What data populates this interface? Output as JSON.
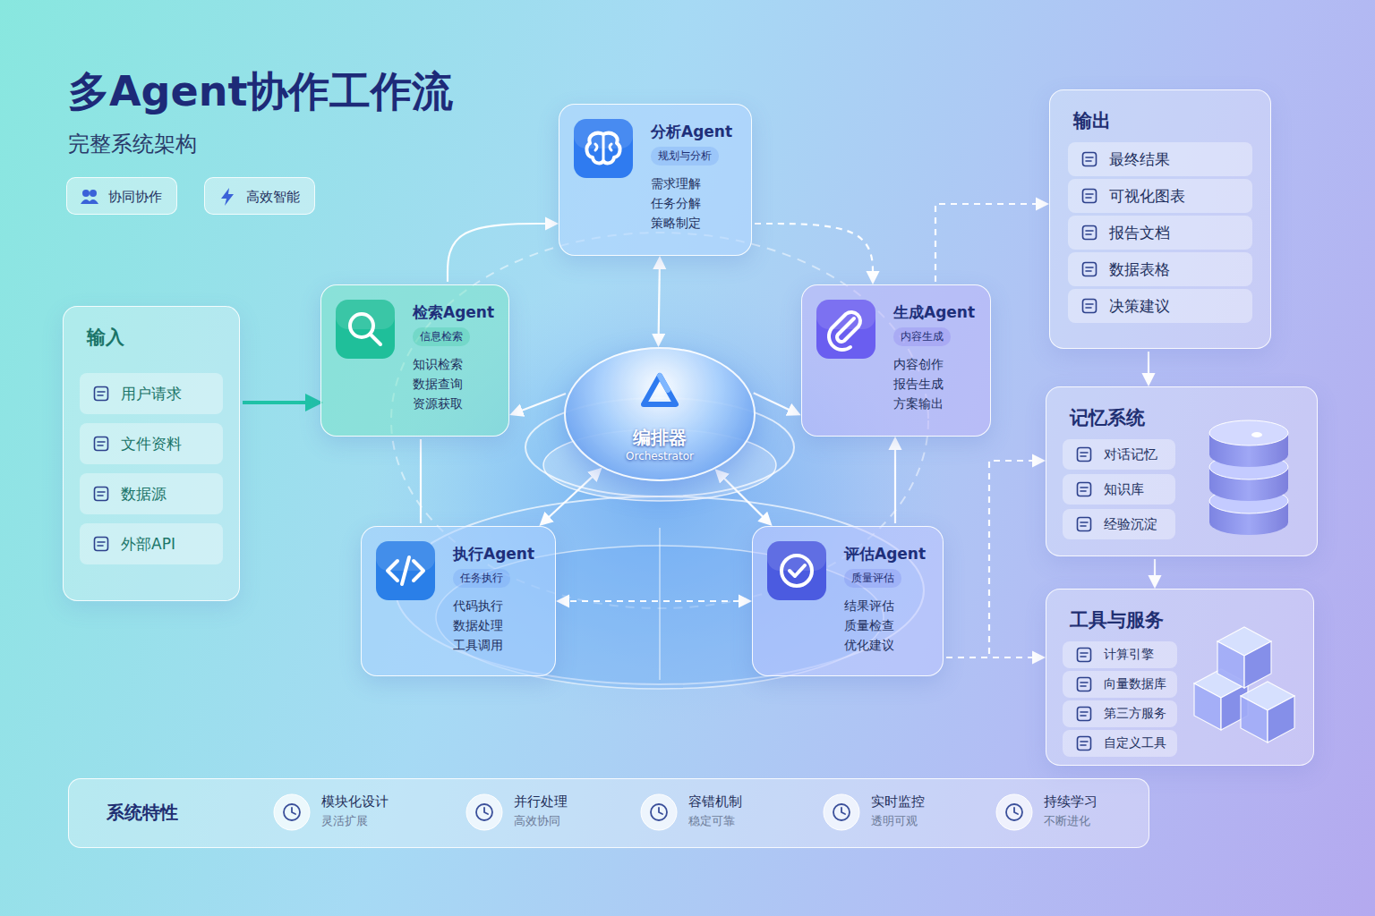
{
  "diagram": {
    "title": "多Agent协作工作流",
    "nodes": [
      {
        "text": [
          "输入"
        ]
      },
      {
        "text": [
          "用户请求"
        ],
        "in": 0
      },
      {
        "text": [
          "文件资料"
        ],
        "in": 0
      },
      {
        "text": [
          "数据源"
        ],
        "in": 0
      },
      {
        "text": [
          "外部API"
        ],
        "in": 0
      },
      {
        "text": [
          "分析Agent",
          "规划与分析",
          "需求理解",
          "任务分解",
          "策略制定"
        ]
      },
      {
        "text": [
          "检索Agent",
          "信息检索",
          "知识检索",
          "数据查询",
          "资源获取"
        ]
      },
      {
        "text": [
          "编排器",
          "Orchestrator"
        ]
      },
      {
        "text": [
          "生成Agent",
          "内容生成",
          "内容创作",
          "报告生成",
          "方案输出"
        ]
      },
      {
        "text": [
          "执行Agent",
          "任务执行",
          "代码执行",
          "数据处理",
          "工具调用"
        ]
      },
      {
        "text": [
          "评估Agent",
          "质量评估",
          "结果评估",
          "质量检查",
          "优化建议"
        ]
      },
      {
        "text": [
          "输出"
        ]
      },
      {
        "text": [
          "最终结果"
        ],
        "in": 11
      },
      {
        "text": [
          "可视化图表"
        ],
        "in": 11
      },
      {
        "text": [
          "报告文档"
        ],
        "in": 11
      },
      {
        "text": [
          "数据表格"
        ],
        "in": 11
      },
      {
        "text": [
          "决策建议"
        ],
        "in": 11
      },
      {
        "text": [
          "记忆系统"
        ]
      },
      {
        "text": [
          "对话记忆"
        ],
        "in": 17
      },
      {
        "text": [
          "知识库"
        ],
        "in": 17
      },
      {
        "text": [
          "经验沉淀"
        ],
        "in": 17
      },
      {
        "text": [
          "工具与服务"
        ]
      },
      {
        "text": [
          "计算引擎"
        ],
        "in": 21
      },
      {
        "text": [
          "向量数据库"
        ],
        "in": 21
      },
      {
        "text": [
          "第三方服务"
        ],
        "in": 21
      },
      {
        "text": [
          "自定义工具"
        ],
        "in": 21
      },
      {
        "text": [
          "系统特性"
        ]
      },
      {
        "text": [
          "模块化设计",
          "灵活扩展"
        ],
        "in": 26
      },
      {
        "text": [
          "并行处理",
          "高效协同"
        ],
        "in": 26
      },
      {
        "text": [
          "容错机制",
          "稳定可靠"
        ],
        "in": 26
      },
      {
        "text": [
          "实时监控",
          "透明可观"
        ],
        "in": 26
      },
      {
        "text": [
          "持续学习",
          "不断进化"
        ],
        "in": 26
      }
    ],
    "edges": [
      {
        "from": 0,
        "to": 6,
        "arrow": "to"
      },
      {
        "from": 7,
        "to": 5,
        "arrow": "both"
      },
      {
        "from": 7,
        "to": 6,
        "arrow": "to"
      },
      {
        "from": 7,
        "to": 8,
        "arrow": "to"
      },
      {
        "from": 7,
        "to": 9,
        "arrow": "both"
      },
      {
        "from": 7,
        "to": 10,
        "arrow": "both"
      },
      {
        "from": 6,
        "to": 5,
        "arrow": "to"
      },
      {
        "from": 5,
        "to": 8,
        "arrow": "to"
      },
      {
        "from": 10,
        "to": 8,
        "arrow": "to"
      },
      {
        "from": 9,
        "to": 6,
        "arrow": "none"
      },
      {
        "from": 9,
        "to": 10,
        "arrow": "both"
      },
      {
        "from": 8,
        "to": 11,
        "arrow": "to"
      },
      {
        "from": 11,
        "to": 17,
        "arrow": "to"
      },
      {
        "from": 17,
        "to": 21,
        "arrow": "to"
      },
      {
        "from": 10,
        "to": 17,
        "arrow": "to"
      },
      {
        "from": 10,
        "to": 21,
        "arrow": "to"
      }
    ],
    "labels": [
      "完整系统架构",
      "协同协作",
      "高效智能"
    ]
  }
}
